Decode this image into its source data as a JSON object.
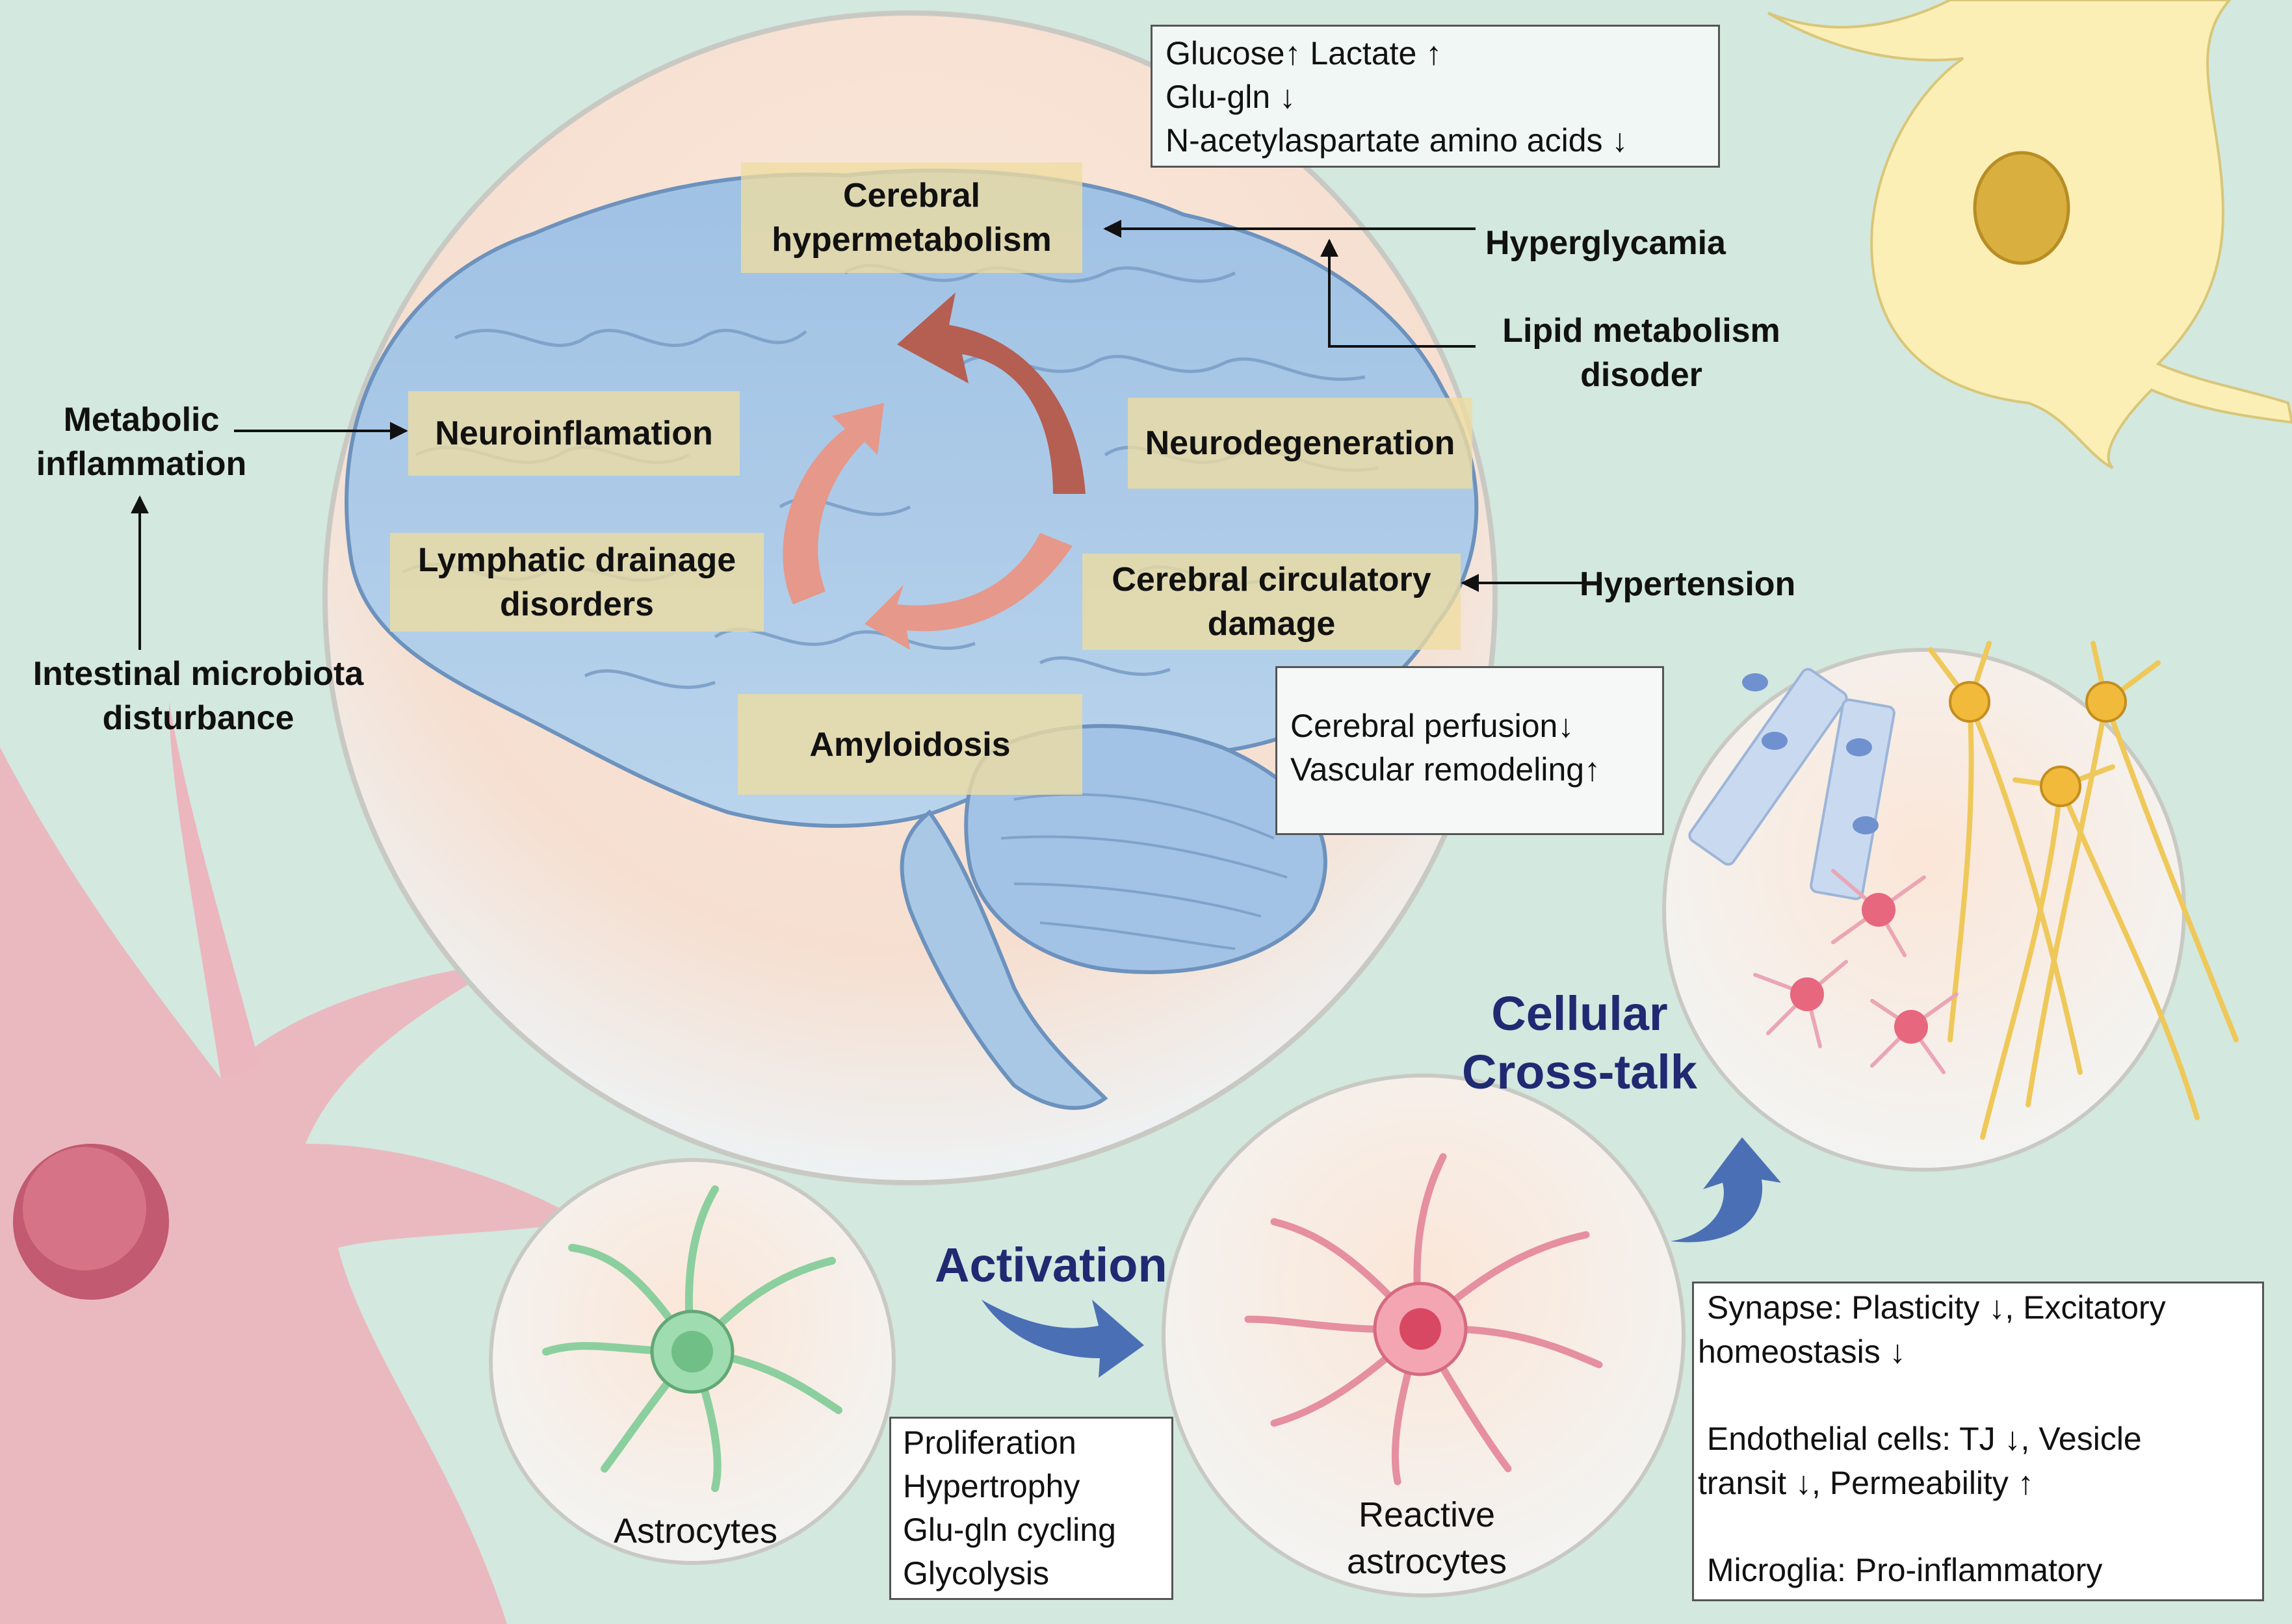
{
  "metabolites_box": [
    "Glucose↑ Lactate ↑",
    "Glu-gln ↓",
    "N-acetylaspartate amino acids ↓"
  ],
  "brain_labels": {
    "cerebral_hypermetabolism": [
      "Cerebral",
      "hypermetabolism"
    ],
    "neuroinflammation": "Neuroinflamation",
    "neurodegeneration": "Neurodegeneration",
    "lymphatic_drainage": [
      "Lymphatic drainage",
      "disorders"
    ],
    "cerebral_circulatory": [
      "Cerebral circulatory",
      "damage"
    ],
    "amyloidosis": "Amyloidosis"
  },
  "risk_factors": {
    "hyperglycamia": "Hyperglycamia",
    "lipid": [
      "Lipid metabolism",
      "disoder"
    ],
    "hypertension": "Hypertension",
    "metabolic_inflammation": [
      "Metabolic",
      "inflammation"
    ],
    "intestinal": [
      "Intestinal microbiota",
      "disturbance"
    ]
  },
  "perfusion_box": [
    "Cerebral perfusion↓",
    "Vascular remodeling↑"
  ],
  "cells": {
    "astrocytes": "Astrocytes",
    "reactive": [
      "Reactive",
      "astrocytes"
    ]
  },
  "activation": "Activation",
  "crosstalk": [
    "Cellular",
    "Cross-talk"
  ],
  "activation_box": [
    "Proliferation",
    "Hypertrophy",
    "Glu-gln cycling",
    "Glycolysis"
  ],
  "effects_box": [
    " Synapse: Plasticity ↓, Excitatory",
    "homeostasis ↓",
    "",
    " Endothelial cells: TJ ↓, Vesicle",
    "transit ↓, Permeability ↑",
    "",
    " Microglia: Pro-inflammatory"
  ],
  "colors": {
    "background": "#d3e8df",
    "highlight": "#eedca0",
    "title_blue": "#1f2a72",
    "arrow_blue": "#4a6fb5",
    "brain_blue": "#a9c8e6",
    "cycle_arrow": "#b55e52"
  }
}
